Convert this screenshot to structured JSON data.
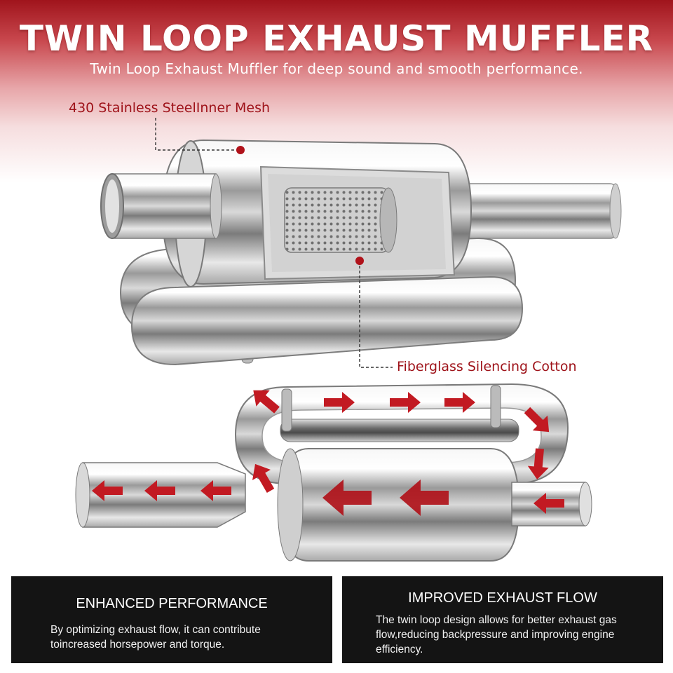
{
  "header": {
    "title": "TWIN LOOP EXHAUST MUFFLER",
    "subtitle": "Twin Loop Exhaust Muffler for deep sound and smooth performance."
  },
  "callouts": {
    "mesh": "430 Stainless SteelInner Mesh",
    "cotton": "Fiberglass Silencing Cotton"
  },
  "features": [
    {
      "title": "ENHANCED PERFORMANCE",
      "body": "By optimizing exhaust flow, it can contribute toincreased horsepower and torque."
    },
    {
      "title": "IMPROVED EXHAUST FLOW",
      "body": "The twin loop design allows for better exhaust gas flow,reducing backpressure and improving engine efficiency."
    }
  ],
  "colors": {
    "brand_red": "#a0141c",
    "callout_red": "#9e1219",
    "arrow_red": "#c21a22",
    "card_bg": "#141414"
  },
  "icons": [
    "flow-arrow-icon",
    "callout-dot-icon"
  ]
}
